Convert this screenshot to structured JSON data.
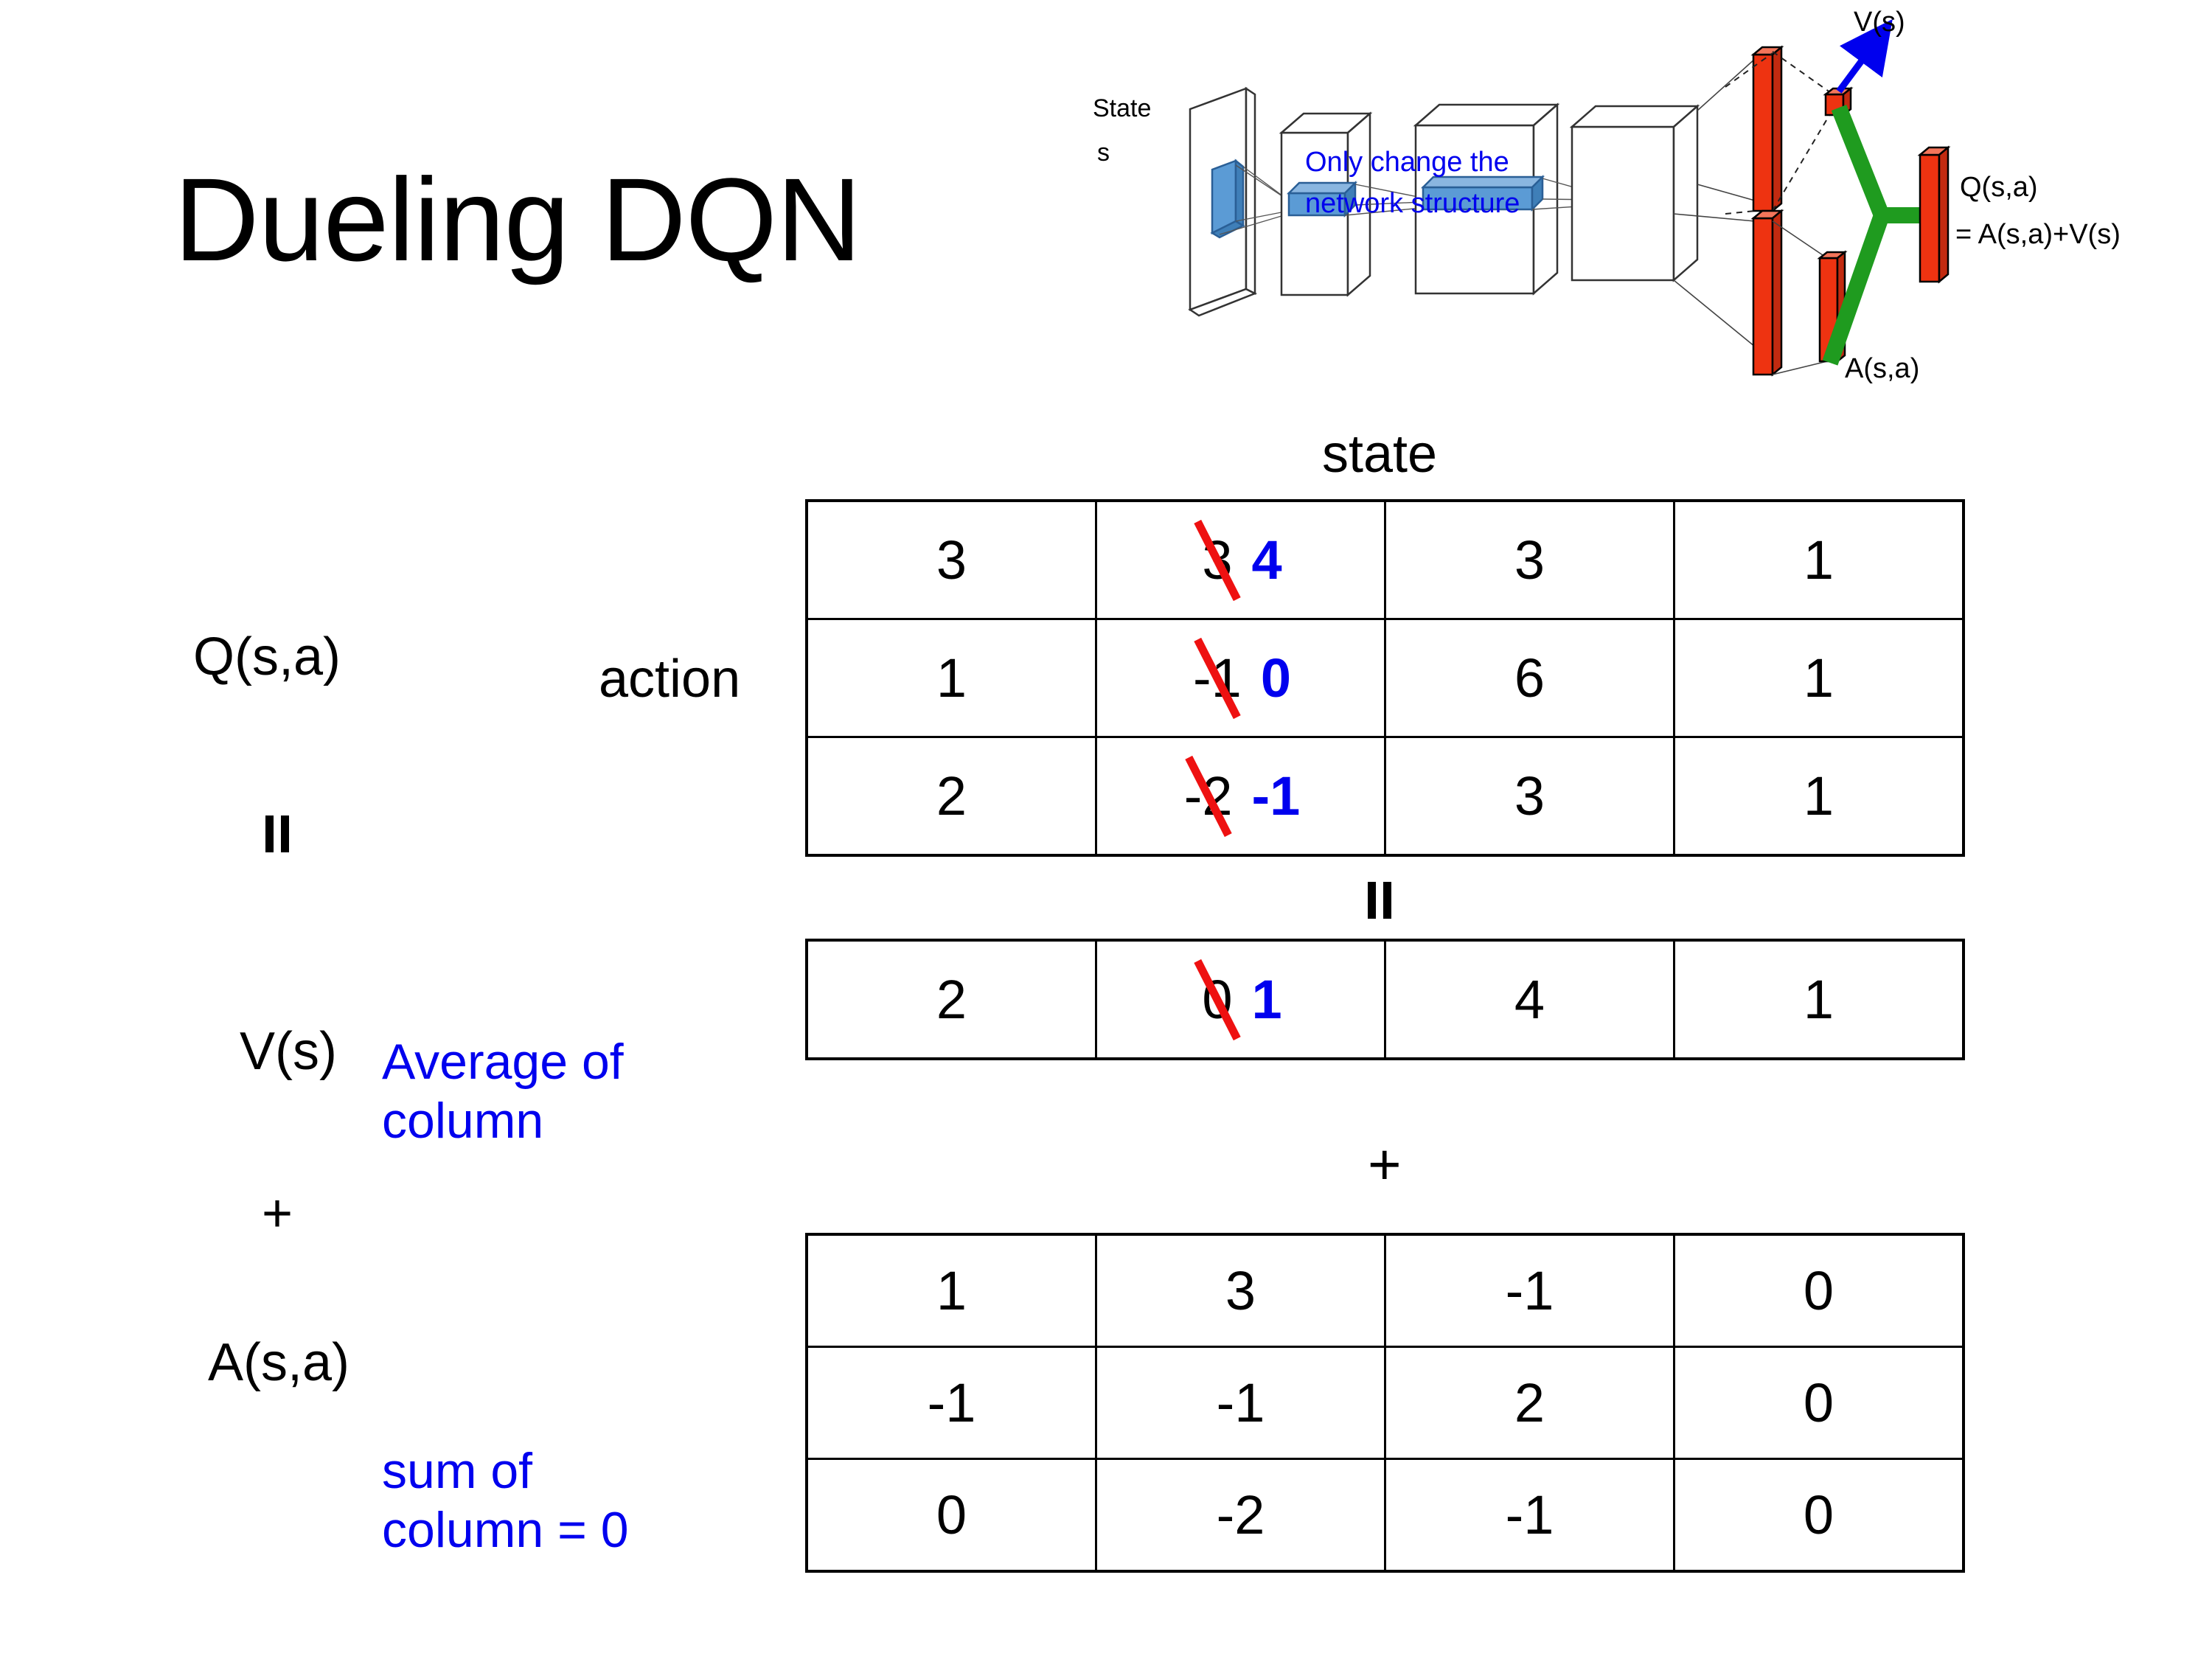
{
  "title": "Dueling DQN",
  "diagram": {
    "state_label_line1": "State",
    "state_label_line2": "s",
    "note_line1": "Only change the",
    "note_line2": "network structure",
    "value_label": "V(s)",
    "advantage_label": "A(s,a)",
    "q_label_line1": "Q(s,a)",
    "q_label_line2": "= A(s,a)+V(s)",
    "colors": {
      "note": "#0000ee",
      "arrow": "#0000ee",
      "bars": "#ee3311",
      "merge": "#1f9b1f",
      "filter": "#5b9bd5"
    }
  },
  "column_header": "state",
  "row_axis_label": "action",
  "labels": {
    "q": "Q(s,a)",
    "v": "V(s)",
    "a": "A(s,a)",
    "average_of_column_line1": "Average of",
    "average_of_column_line2": "column",
    "sum_of_column_line1": "sum of",
    "sum_of_column_line2": "column = 0",
    "equals": "=",
    "plus": "+"
  },
  "chart_data": {
    "type": "table",
    "title": "Dueling DQN: Q(s,a) = V(s) + A(s,a)",
    "xlabel": "state",
    "ylabel": "action",
    "tables": [
      {
        "name": "Q(s,a)",
        "rows": [
          [
            "3",
            "3",
            "3",
            "1"
          ],
          [
            "1",
            "-1",
            "6",
            "1"
          ],
          [
            "2",
            "-2",
            "3",
            "1"
          ]
        ],
        "edits": [
          {
            "row": 0,
            "col": 1,
            "old": "3",
            "new": "4"
          },
          {
            "row": 1,
            "col": 1,
            "old": "-1",
            "new": "0"
          },
          {
            "row": 2,
            "col": 1,
            "old": "-2",
            "new": "-1"
          }
        ]
      },
      {
        "name": "V(s)",
        "rows": [
          [
            "2",
            "0",
            "4",
            "1"
          ]
        ],
        "edits": [
          {
            "row": 0,
            "col": 1,
            "old": "0",
            "new": "1"
          }
        ]
      },
      {
        "name": "A(s,a)",
        "rows": [
          [
            "1",
            "3",
            "-1",
            "0"
          ],
          [
            "-1",
            "-1",
            "2",
            "0"
          ],
          [
            "0",
            "-2",
            "-1",
            "0"
          ]
        ],
        "edits": []
      }
    ]
  },
  "q_table": {
    "r0": {
      "c0": "3",
      "c1_old": "3",
      "c1_new": "4",
      "c2": "3",
      "c3": "1"
    },
    "r1": {
      "c0": "1",
      "c1_old": "-1",
      "c1_new": "0",
      "c2": "6",
      "c3": "1"
    },
    "r2": {
      "c0": "2",
      "c1_old": "-2",
      "c1_new": "-1",
      "c2": "3",
      "c3": "1"
    }
  },
  "v_table": {
    "r0": {
      "c0": "2",
      "c1_old": "0",
      "c1_new": "1",
      "c2": "4",
      "c3": "1"
    }
  },
  "a_table": {
    "r0": {
      "c0": "1",
      "c1": "3",
      "c2": "-1",
      "c3": "0"
    },
    "r1": {
      "c0": "-1",
      "c1": "-1",
      "c2": "2",
      "c3": "0"
    },
    "r2": {
      "c0": "0",
      "c1": "-2",
      "c2": "-1",
      "c3": "0"
    }
  }
}
